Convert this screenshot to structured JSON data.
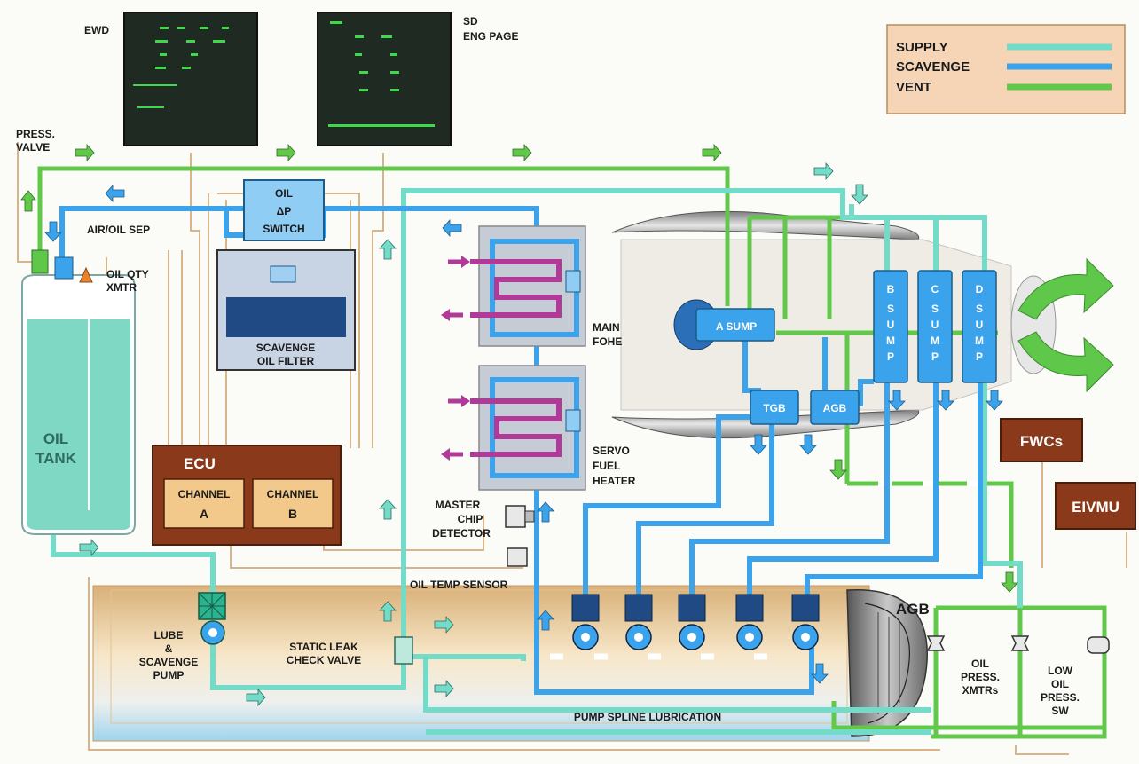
{
  "colors": {
    "supply": "#72dcc8",
    "scavenge": "#3aa3ec",
    "vent": "#62c84a",
    "ecu_box": "#8a3a1a",
    "channel_box": "#f2c98a",
    "tank_fluid": "#7ed8c4",
    "heater_coil": "#b13a98",
    "legend_bg": "#f6d5b6",
    "screen_bg": "#1e2a22",
    "screen_text": "#3fd84a"
  },
  "displays": {
    "ewd_label": "EWD",
    "sd_label_1": "SD",
    "sd_label_2": "ENG PAGE"
  },
  "legend": {
    "supply": "SUPPLY",
    "scavenge": "SCAVENGE",
    "vent": "VENT"
  },
  "labels": {
    "press_valve_1": "PRESS.",
    "press_valve_2": "VALVE",
    "air_oil_sep": "AIR/OIL SEP",
    "oil_qty_1": "OIL QTY",
    "oil_qty_2": "XMTR",
    "oil_tank_1": "OIL",
    "oil_tank_2": "TANK",
    "oil_dp_switch_1": "OIL",
    "oil_dp_switch_2": "ΔP",
    "oil_dp_switch_3": "SWITCH",
    "scavenge_filter_1": "SCAVENGE",
    "scavenge_filter_2": "OIL FILTER",
    "ecu": "ECU",
    "channel_word": "CHANNEL",
    "channel_a": "A",
    "channel_b": "B",
    "main_fohe_1": "MAIN",
    "main_fohe_2": "FOHE",
    "servo_heater_1": "SERVO",
    "servo_heater_2": "FUEL",
    "servo_heater_3": "HEATER",
    "master_chip_1": "MASTER",
    "master_chip_2": "CHIP",
    "master_chip_3": "DETECTOR",
    "oil_temp_sensor": "OIL TEMP SENSOR",
    "lube_pump_1": "LUBE",
    "lube_pump_2": "&",
    "lube_pump_3": "SCAVENGE",
    "lube_pump_4": "PUMP",
    "static_leak_1": "STATIC LEAK",
    "static_leak_2": "CHECK VALVE",
    "pump_spline": "PUMP SPLINE LUBRICATION",
    "agb_gearbox": "AGB",
    "oil_press_xmtrs_1": "OIL",
    "oil_press_xmtrs_2": "PRESS.",
    "oil_press_xmtrs_3": "XMTRs",
    "low_oil_sw_1": "LOW",
    "low_oil_sw_2": "OIL",
    "low_oil_sw_3": "PRESS.",
    "low_oil_sw_4": "SW",
    "fwcs": "FWCs",
    "eivmu": "EIVMU",
    "a_sump": "A SUMP",
    "tgb": "TGB",
    "agb_sump": "AGB",
    "b_sump_1": "B",
    "c_sump_1": "C",
    "d_sump_1": "D",
    "sump_s": "S",
    "sump_u": "U",
    "sump_m": "M",
    "sump_p": "P"
  }
}
